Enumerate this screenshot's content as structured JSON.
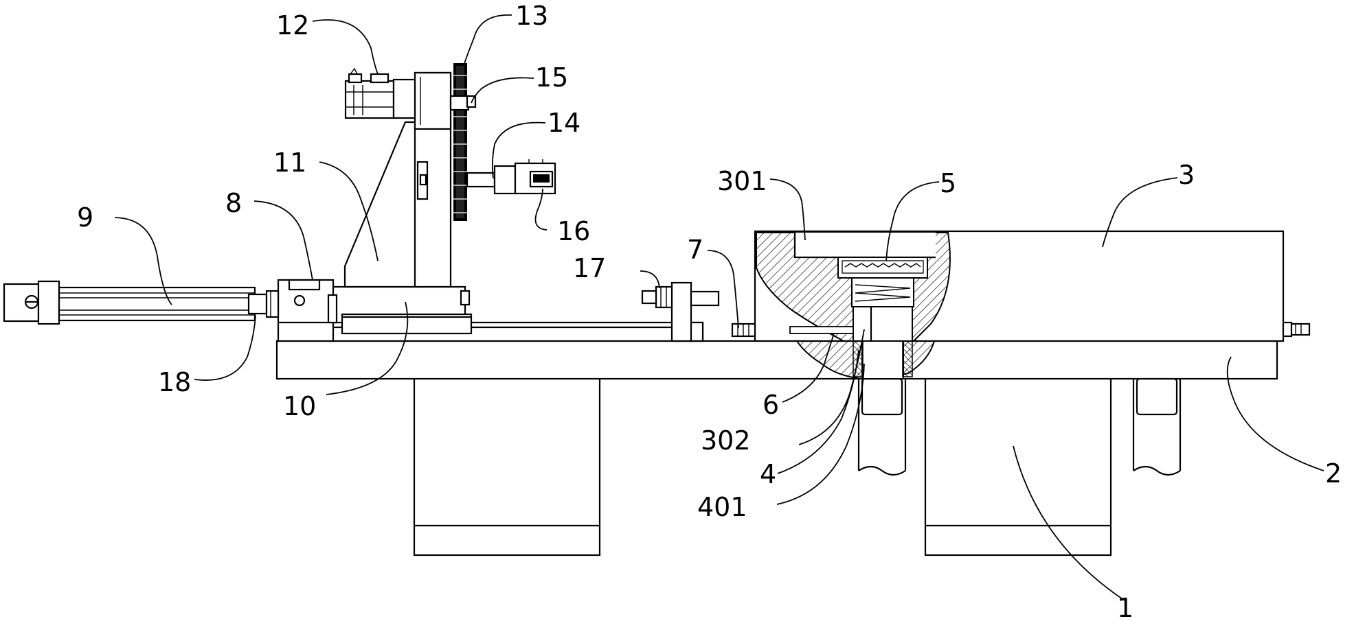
{
  "diagram": {
    "labels": {
      "l1": "1",
      "l2": "2",
      "l3": "3",
      "l301": "301",
      "l302": "302",
      "l4": "4",
      "l401": "401",
      "l5": "5",
      "l6": "6",
      "l7": "7",
      "l8": "8",
      "l9": "9",
      "l10": "10",
      "l11": "11",
      "l12": "12",
      "l13": "13",
      "l14": "14",
      "l15": "15",
      "l16": "16",
      "l17": "17",
      "l18": "18"
    }
  }
}
